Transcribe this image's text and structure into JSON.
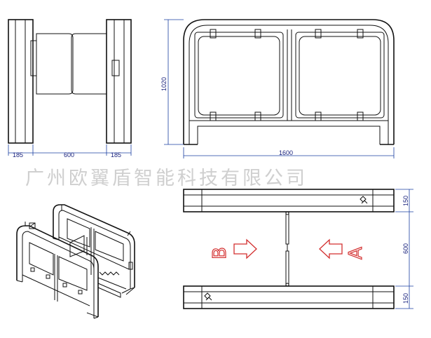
{
  "company_name": "广州欧翼盾智能科技有限公司",
  "front_view": {
    "dim_left": "185",
    "dim_middle": "600",
    "dim_right": "185"
  },
  "side_view": {
    "dim_height": "1020",
    "dim_width": "1600"
  },
  "top_view": {
    "dim_top": "150",
    "dim_middle": "600",
    "dim_bottom": "150",
    "label_b": "B",
    "label_a": "A"
  },
  "colors": {
    "dimension": "#1a3fa0",
    "direction": "#d32f2f",
    "watermark": "#cfcfcf"
  }
}
